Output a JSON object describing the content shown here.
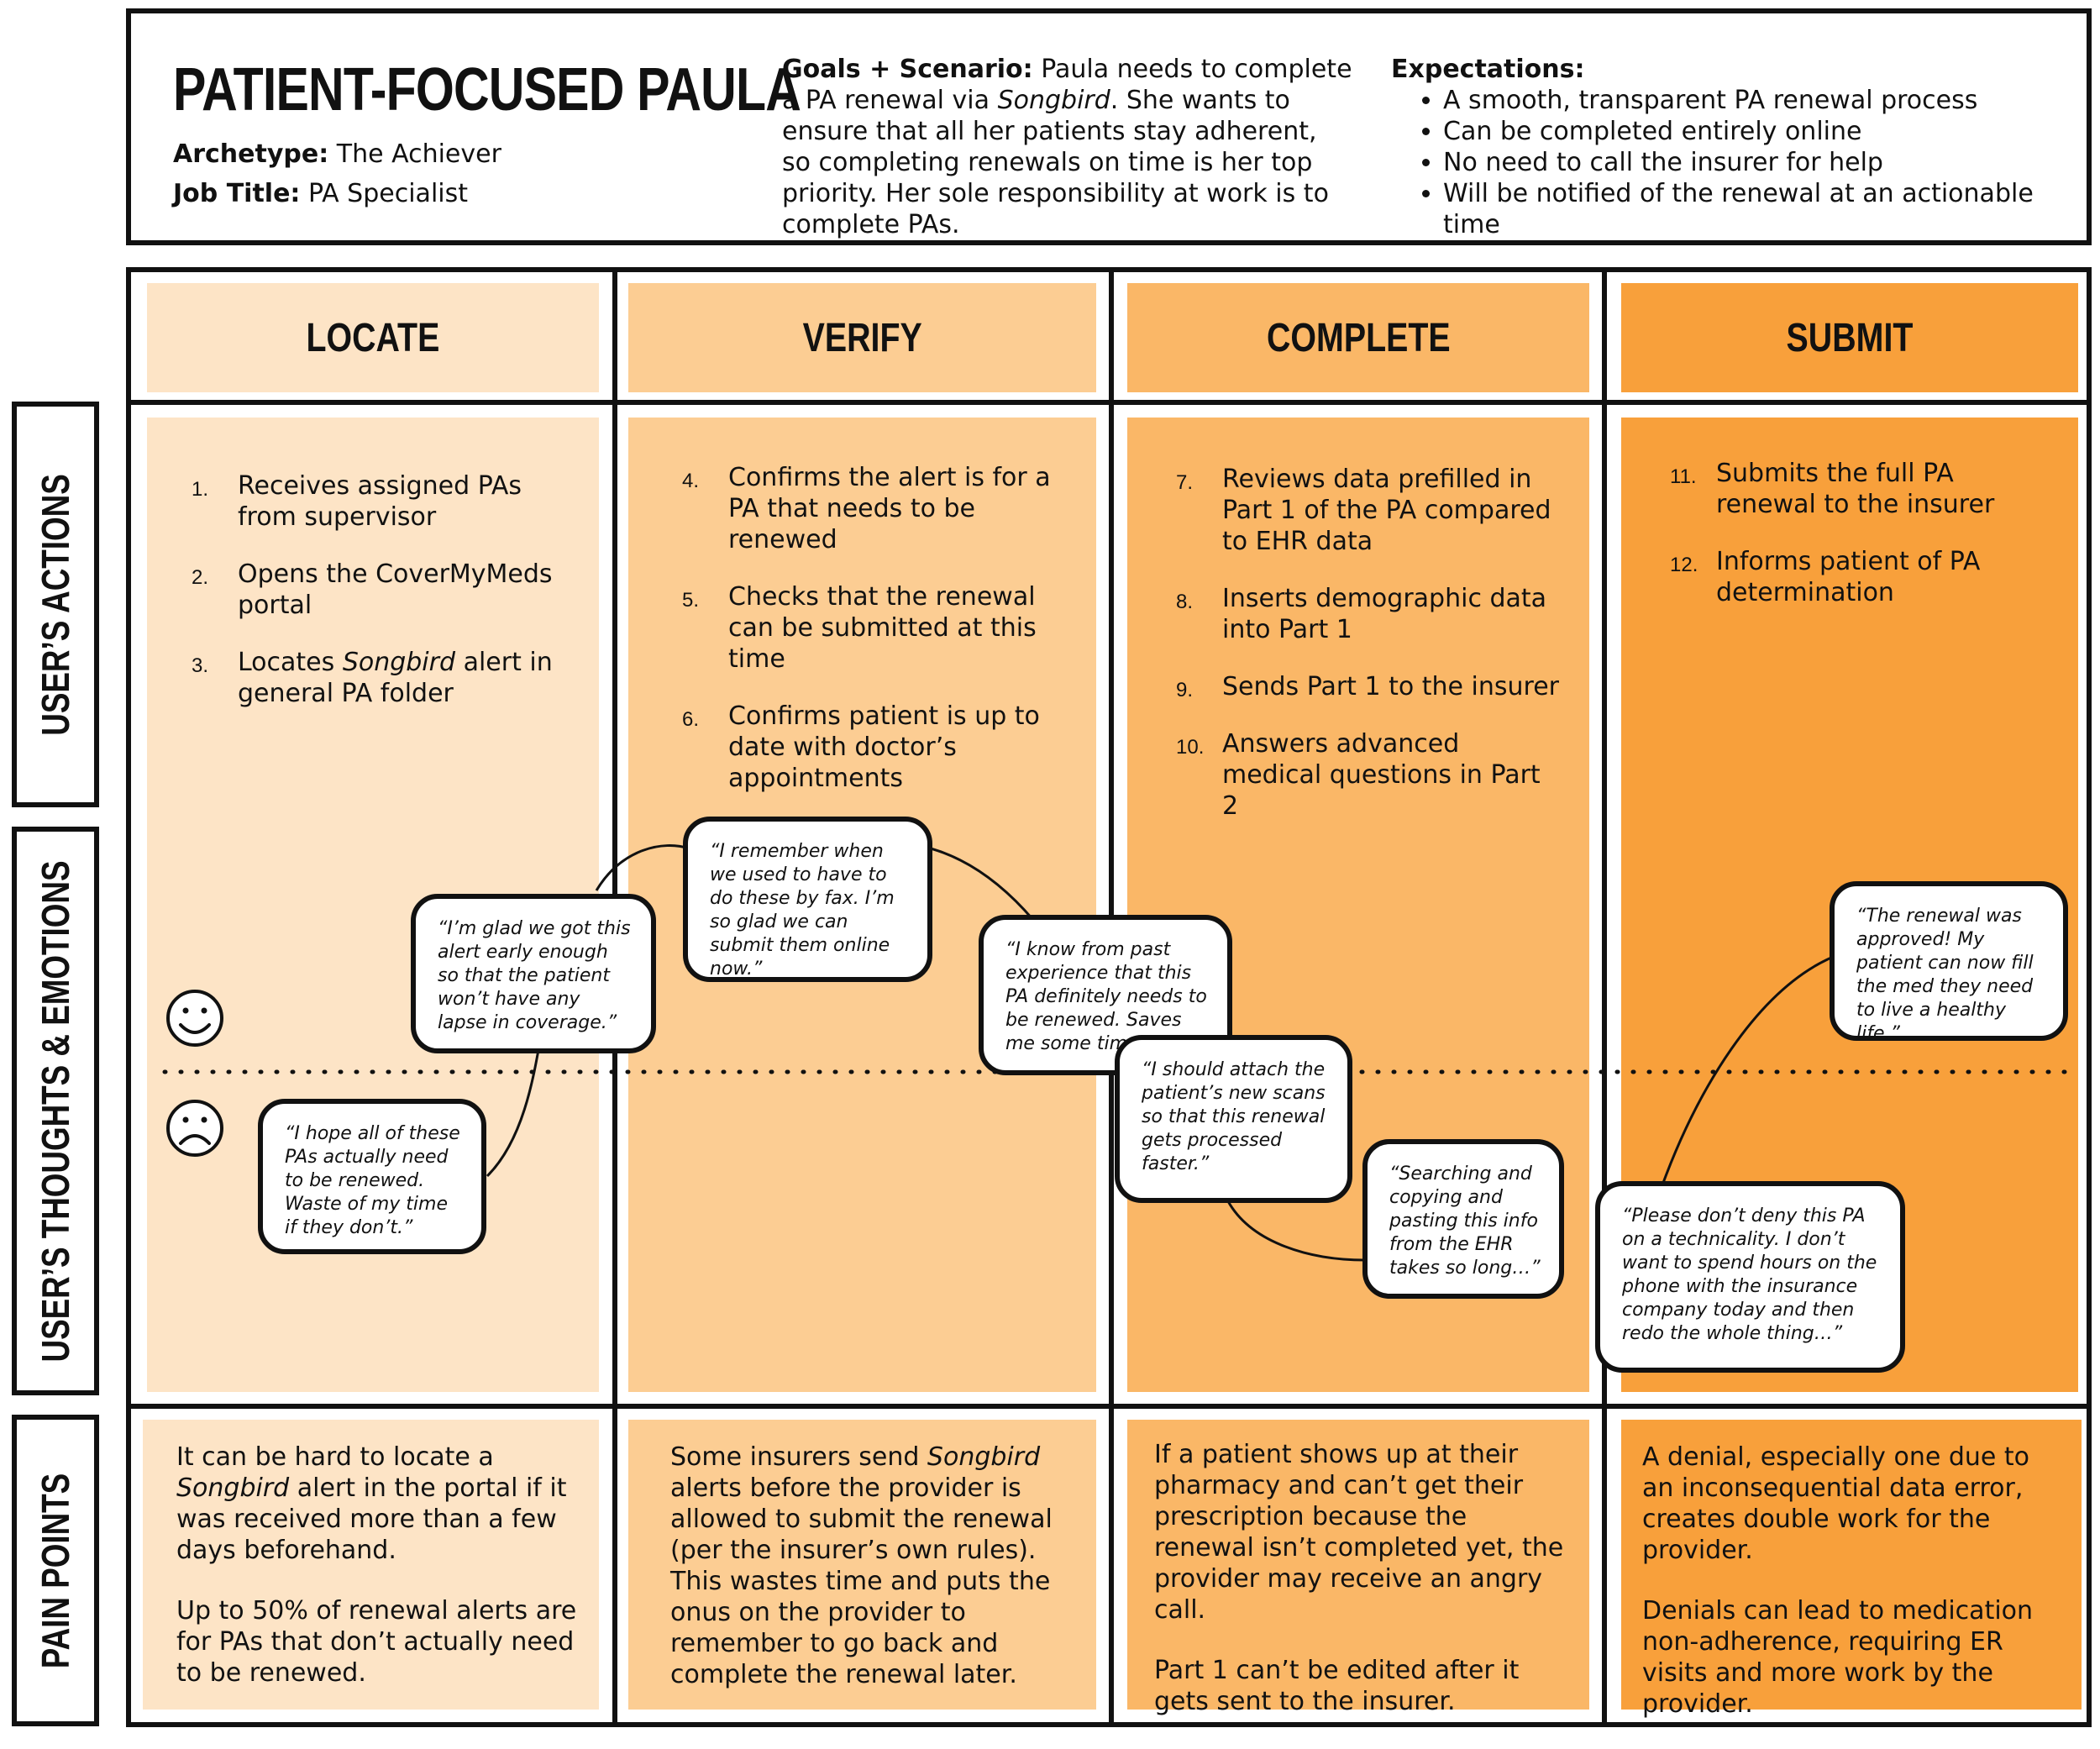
{
  "persona": {
    "title": "PATIENT-FOCUSED PAULA",
    "archetype_label": "Archetype:",
    "archetype_value": "The Achiever",
    "job_label": "Job Title:",
    "job_value": "PA Specialist",
    "goals_label": "Goals + Scenario:",
    "goals_text_1": "Paula needs to complete a PA renewal via",
    "goals_em": "Songbird",
    "goals_text_2": ". She wants to ensure that all her patients stay adherent, so completing renewals on time is her top priority. Her sole responsibility at work is to complete PAs.",
    "expectations_label": "Expectations:",
    "expectations": [
      "A smooth, transparent PA renewal process",
      "Can be completed entirely online",
      "No need to call the insurer for help",
      "Will be notified of the renewal at an actionable time"
    ]
  },
  "rows": {
    "actions": "USER’S ACTIONS",
    "thoughts": "USER’S THOUGHTS & EMOTIONS",
    "pain": "PAIN POINTS"
  },
  "phases": [
    {
      "name": "LOCATE",
      "color": "#fde4c6"
    },
    {
      "name": "VERIFY",
      "color": "#fccd93"
    },
    {
      "name": "COMPLETE",
      "color": "#fab767"
    },
    {
      "name": "SUBMIT",
      "color": "#f8a03b"
    }
  ],
  "actions": {
    "locate": [
      {
        "num": "1.",
        "text": "Receives assigned PAs from supervisor"
      },
      {
        "num": "2.",
        "text": "Opens the CoverMyMeds portal"
      },
      {
        "num": "3.",
        "pre": "Locates ",
        "em": "Songbird",
        "post": " alert in general PA folder"
      }
    ],
    "verify": [
      {
        "num": "4.",
        "text": "Confirms the alert is for a PA that needs to be renewed"
      },
      {
        "num": "5.",
        "text": "Checks that the renewal can be submitted at this time"
      },
      {
        "num": "6.",
        "text": "Confirms patient is up to date with doctor’s appointments"
      }
    ],
    "complete": [
      {
        "num": "7.",
        "text": "Reviews data prefilled in Part 1 of the PA compared to EHR data"
      },
      {
        "num": "8.",
        "text": "Inserts demographic data into Part 1"
      },
      {
        "num": "9.",
        "text": "Sends Part 1 to the insurer"
      },
      {
        "num": "10.",
        "text": "Answers advanced medical questions in Part 2"
      }
    ],
    "submit": [
      {
        "num": "11.",
        "text": "Submits the full PA renewal to the insurer"
      },
      {
        "num": "12.",
        "text": "Informs patient of PA determination"
      }
    ]
  },
  "thoughts": [
    {
      "id": "hope",
      "text": "“I hope all of these PAs actually need to be renewed. Waste of my time if they don’t.”"
    },
    {
      "id": "glad",
      "text": "“I’m glad we got this alert early enough so that the patient won’t have any lapse in coverage.”"
    },
    {
      "id": "remember",
      "text": "“I remember when we used to have to do these by fax. I’m so glad we can submit them online now.”"
    },
    {
      "id": "know",
      "text": "“I know from past experience that this PA definitely needs to be renewed. Saves me some time.”"
    },
    {
      "id": "attach",
      "text": "“I should attach the patient’s new scans so that this renewal gets processed faster.”"
    },
    {
      "id": "searching",
      "text": "“Searching and copying and pasting this info from the EHR takes so long…”"
    },
    {
      "id": "deny",
      "text": "“Please don’t deny this PA on a technicality. I don’t want to spend hours on the phone with the insurance company today and then redo the whole thing…”"
    },
    {
      "id": "approved",
      "text": "“The renewal was approved! My patient can now fill the med they need to live a healthy life.”"
    }
  ],
  "pain_points": {
    "locate": [
      {
        "pre": "It can be hard to locate a ",
        "em": "Songbird",
        "post": " alert in the portal if it was received more than a few days beforehand."
      },
      {
        "pre": "Up to 50% of renewal alerts are for PAs that don’t actually need to be renewed.",
        "em": "",
        "post": ""
      }
    ],
    "verify": [
      {
        "pre": "Some insurers send ",
        "em": "Songbird",
        "post": " alerts before the provider is allowed to submit the renewal (per the insurer’s own rules). This wastes time and puts the onus on the provider to remember to go back and complete the renewal later."
      }
    ],
    "complete": [
      {
        "pre": "If a patient shows up at their pharmacy and can’t get their prescription because the renewal isn’t completed yet, the provider may receive an angry call.",
        "em": "",
        "post": ""
      },
      {
        "pre": "Part 1 can’t be edited after it gets sent to the insurer.",
        "em": "",
        "post": ""
      }
    ],
    "submit": [
      {
        "pre": "A denial, especially one due to an inconsequential data error, creates double work for the provider.",
        "em": "",
        "post": ""
      },
      {
        "pre": "Denials can lead to medication non-adherence, requiring ER visits and more work by the provider.",
        "em": "",
        "post": ""
      }
    ]
  },
  "icons": {
    "happy": "smiley-face-icon",
    "sad": "frowning-face-icon"
  }
}
